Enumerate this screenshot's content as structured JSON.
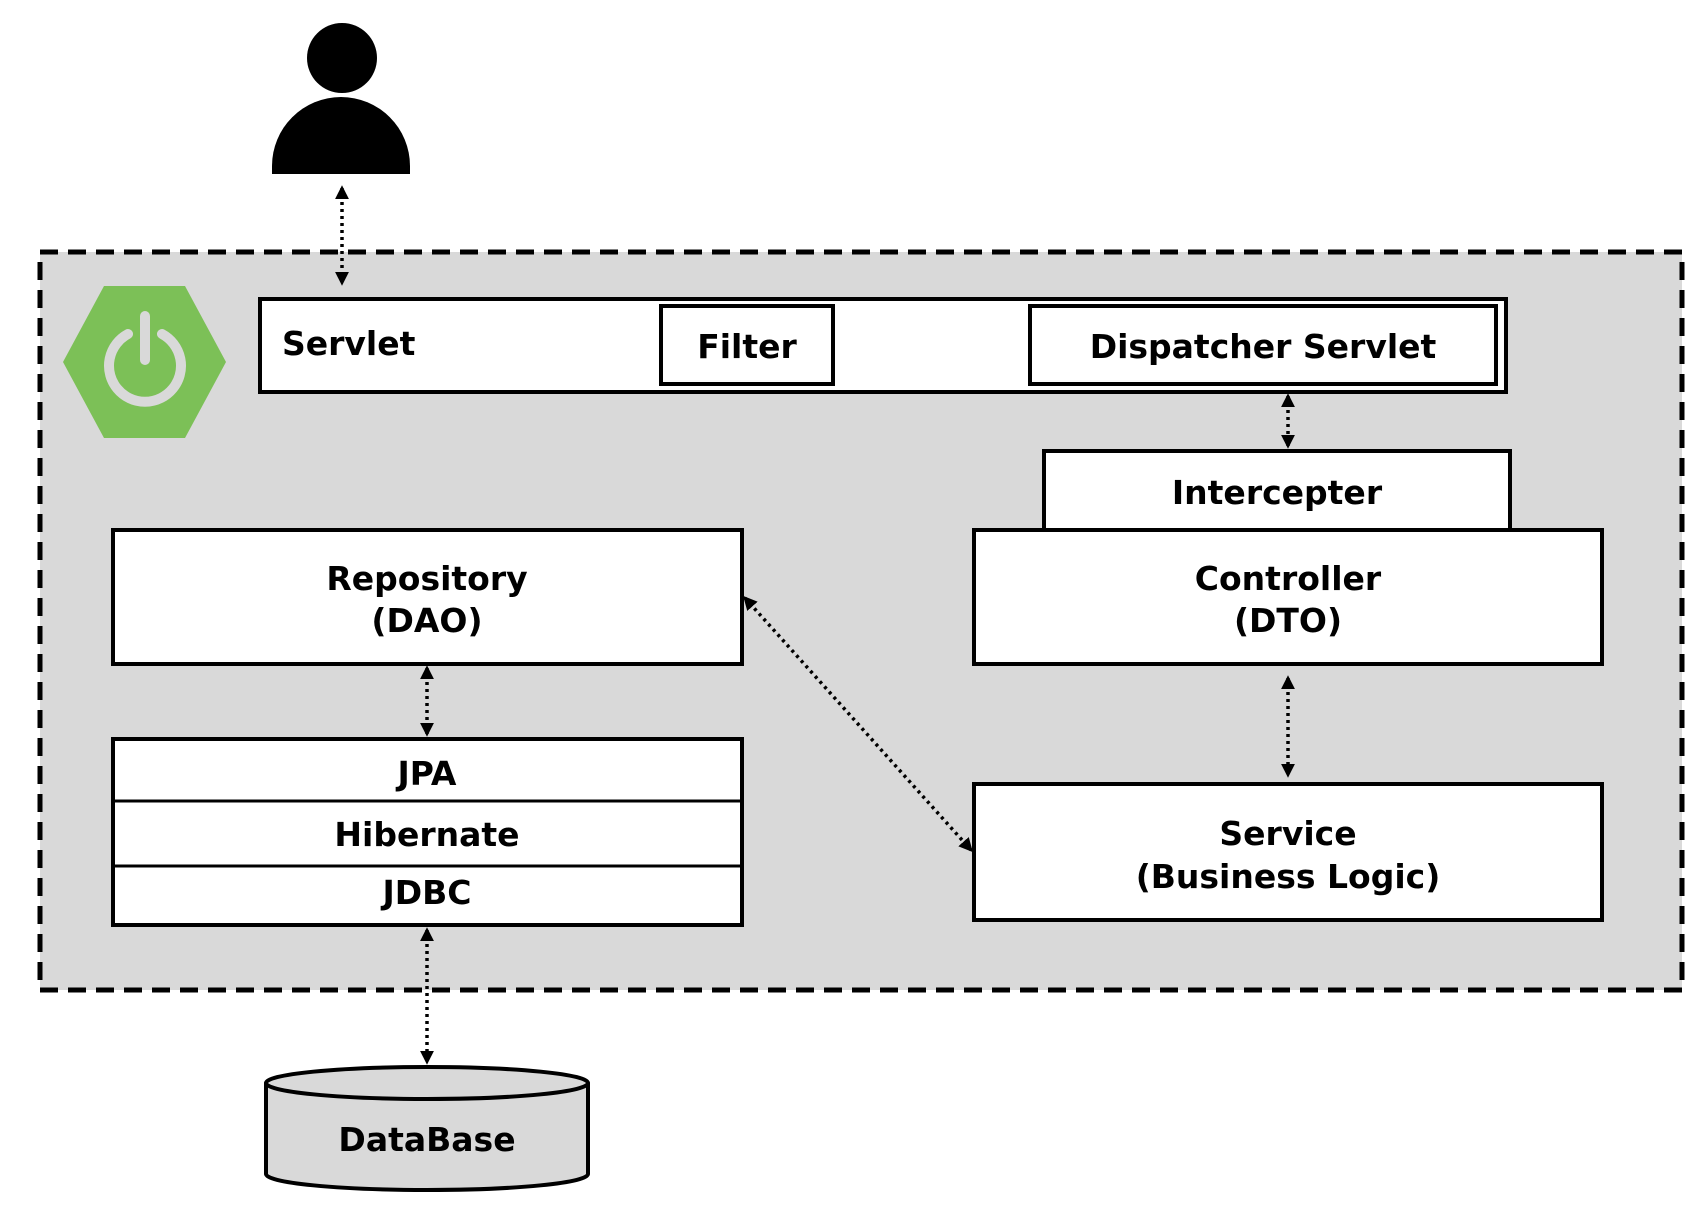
{
  "diagram": {
    "servlet": "Servlet",
    "filter": "Filter",
    "dispatcher_servlet": "Dispatcher Servlet",
    "intercepter": "Intercepter",
    "controller": {
      "line1": "Controller",
      "line2": "(DTO)"
    },
    "service": {
      "line1": "Service",
      "line2": "(Business Logic)"
    },
    "repository": {
      "line1": "Repository",
      "line2": "(DAO)"
    },
    "persistence_stack": [
      "JPA",
      "Hibernate",
      "JDBC"
    ],
    "database": "DataBase"
  },
  "icons": {
    "user": "user-icon",
    "spring": "spring-power-icon"
  },
  "colors": {
    "container_fill": "#d9d9d9",
    "spring_green": "#7cc057",
    "database_fill": "#d9d9d9",
    "box_fill": "#ffffff",
    "line": "#000000"
  }
}
